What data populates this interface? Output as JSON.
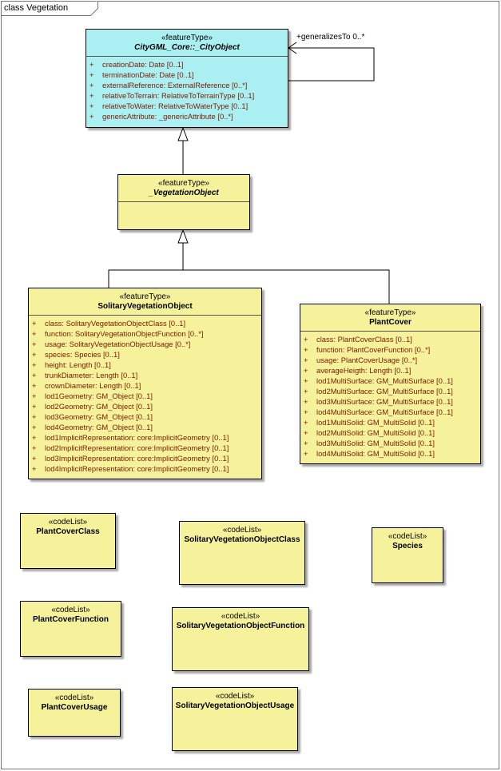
{
  "frame": {
    "title": "class Vegetation"
  },
  "association": {
    "label": "+generalizesTo 0..*"
  },
  "classes": {
    "city_object": {
      "stereotype": "«featureType»",
      "name": "CityGML_Core::_CityObject",
      "attributes": [
        {
          "vis": "+",
          "text": "creationDate:  Date [0..1]"
        },
        {
          "vis": "+",
          "text": "terminationDate:  Date [0..1]"
        },
        {
          "vis": "+",
          "text": "externalReference:  ExternalReference [0..*]"
        },
        {
          "vis": "+",
          "text": "relativeToTerrain:  RelativeToTerrainType [0..1]"
        },
        {
          "vis": "+",
          "text": "relativeToWater:  RelativeToWaterType [0..1]"
        },
        {
          "vis": "+",
          "text": "genericAttribute:  _genericAttribute [0..*]"
        }
      ]
    },
    "vegetation_object": {
      "stereotype": "«featureType»",
      "name": "_VegetationObject",
      "attributes": []
    },
    "solitary": {
      "stereotype": "«featureType»",
      "name": "SolitaryVegetationObject",
      "attributes": [
        {
          "vis": "+",
          "text": "class:  SolitaryVegetationObjectClass [0..1]"
        },
        {
          "vis": "+",
          "text": "function:  SolitaryVegetationObjectFunction [0..*]"
        },
        {
          "vis": "+",
          "text": "usage:  SolitaryVegetationObjectUsage [0..*]"
        },
        {
          "vis": "+",
          "text": "species:  Species [0..1]"
        },
        {
          "vis": "+",
          "text": "height:  Length [0..1]"
        },
        {
          "vis": "+",
          "text": "trunkDiameter:  Length [0..1]"
        },
        {
          "vis": "+",
          "text": "crownDiameter:  Length [0..1]"
        },
        {
          "vis": "+",
          "text": "lod1Geometry:  GM_Object [0..1]"
        },
        {
          "vis": "+",
          "text": "lod2Geometry:  GM_Object [0..1]"
        },
        {
          "vis": "+",
          "text": "lod3Geometry:  GM_Object [0..1]"
        },
        {
          "vis": "+",
          "text": "lod4Geometry:  GM_Object [0..1]"
        },
        {
          "vis": "+",
          "text": "lod1ImplicitRepresentation:  core:ImplicitGeometry [0..1]"
        },
        {
          "vis": "+",
          "text": "lod2ImplicitRepresentation:  core:ImplicitGeometry [0..1]"
        },
        {
          "vis": "+",
          "text": "lod3ImplicitRepresentation:  core:ImplicitGeometry [0..1]"
        },
        {
          "vis": "+",
          "text": "lod4ImplicitRepresentation:  core:ImplicitGeometry [0..1]"
        }
      ]
    },
    "plant_cover": {
      "stereotype": "«featureType»",
      "name": "PlantCover",
      "attributes": [
        {
          "vis": "+",
          "text": "class:  PlantCoverClass [0..1]"
        },
        {
          "vis": "+",
          "text": "function:  PlantCoverFunction [0..*]"
        },
        {
          "vis": "+",
          "text": "usage:  PlantCoverUsage [0..*]"
        },
        {
          "vis": "+",
          "text": "averageHeigth:  Length [0..1]"
        },
        {
          "vis": "+",
          "text": "lod1MultiSurface:  GM_MultiSurface [0..1]"
        },
        {
          "vis": "+",
          "text": "lod2MultiSurface:  GM_MultiSurface [0..1]"
        },
        {
          "vis": "+",
          "text": "lod3MultiSurface:  GM_MultiSurface [0..1]"
        },
        {
          "vis": "+",
          "text": "lod4MultiSurface:  GM_MultiSurface [0..1]"
        },
        {
          "vis": "+",
          "text": "lod1MultiSolid:  GM_MultiSolid [0..1]"
        },
        {
          "vis": "+",
          "text": "lod2MultiSolid:  GM_MultiSolid [0..1]"
        },
        {
          "vis": "+",
          "text": "lod3MultiSolid:  GM_MultiSolid [0..1]"
        },
        {
          "vis": "+",
          "text": "lod4MultiSolid:  GM_MultiSolid [0..1]"
        }
      ]
    }
  },
  "codelists": {
    "plant_cover_class": {
      "stereotype": "«codeList»",
      "name": "PlantCoverClass"
    },
    "solitary_class": {
      "stereotype": "«codeList»",
      "name": "SolitaryVegetationObjectClass"
    },
    "species": {
      "stereotype": "«codeList»",
      "name": "Species"
    },
    "plant_cover_function": {
      "stereotype": "«codeList»",
      "name": "PlantCoverFunction"
    },
    "solitary_function": {
      "stereotype": "«codeList»",
      "name": "SolitaryVegetationObjectFunction"
    },
    "plant_cover_usage": {
      "stereotype": "«codeList»",
      "name": "PlantCoverUsage"
    },
    "solitary_usage": {
      "stereotype": "«codeList»",
      "name": "SolitaryVegetationObjectUsage"
    }
  }
}
